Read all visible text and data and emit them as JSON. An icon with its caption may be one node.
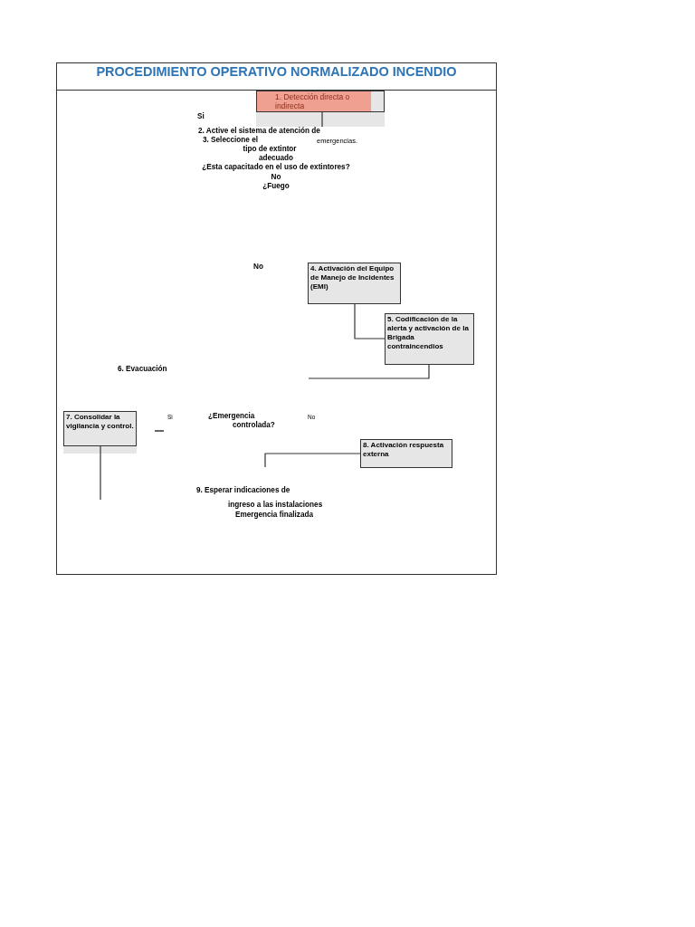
{
  "diagram": {
    "title": "PROCEDIMIENTO OPERATIVO NORMALIZADO INCENDIO",
    "nodes": [
      {
        "text": [
          "1. Detección directa o indirecta"
        ]
      },
      {
        "text": [
          "2. Active el sistema de atención de"
        ]
      },
      {
        "text": [
          "4. Activación del Equipo de Manejo de Incidentes (EMI)"
        ]
      },
      {
        "text": [
          "5. Codificación de la alerta y activación de la Brigada contraincendios"
        ]
      },
      {
        "text": [
          "7. Consolidar la vigilancia y control."
        ]
      },
      {
        "text": [
          "8. Activación respuesta externa"
        ]
      }
    ],
    "edges": [
      {
        "from": 0,
        "to": 1,
        "arrow": "none"
      },
      {
        "from": 2,
        "to": 3,
        "arrow": "none"
      },
      {
        "from": 3,
        "to": null,
        "arrow": "none"
      },
      {
        "from": 5,
        "to": null,
        "arrow": "none"
      },
      {
        "from": 4,
        "to": null,
        "arrow": "none"
      }
    ],
    "labels": [
      "Si",
      "3. Seleccione el",
      "emergencias.",
      "tipo de extintor",
      "adecuado",
      "¿Esta capacitado en el uso de extintores?",
      "No",
      "¿Fuego",
      "No",
      "6. Evacuación",
      "Si",
      "¿Emergencia",
      "controlada?",
      "No",
      "9. Esperar indicaciones de",
      "ingreso a las instalaciones",
      "Emergencia finalizada"
    ]
  }
}
